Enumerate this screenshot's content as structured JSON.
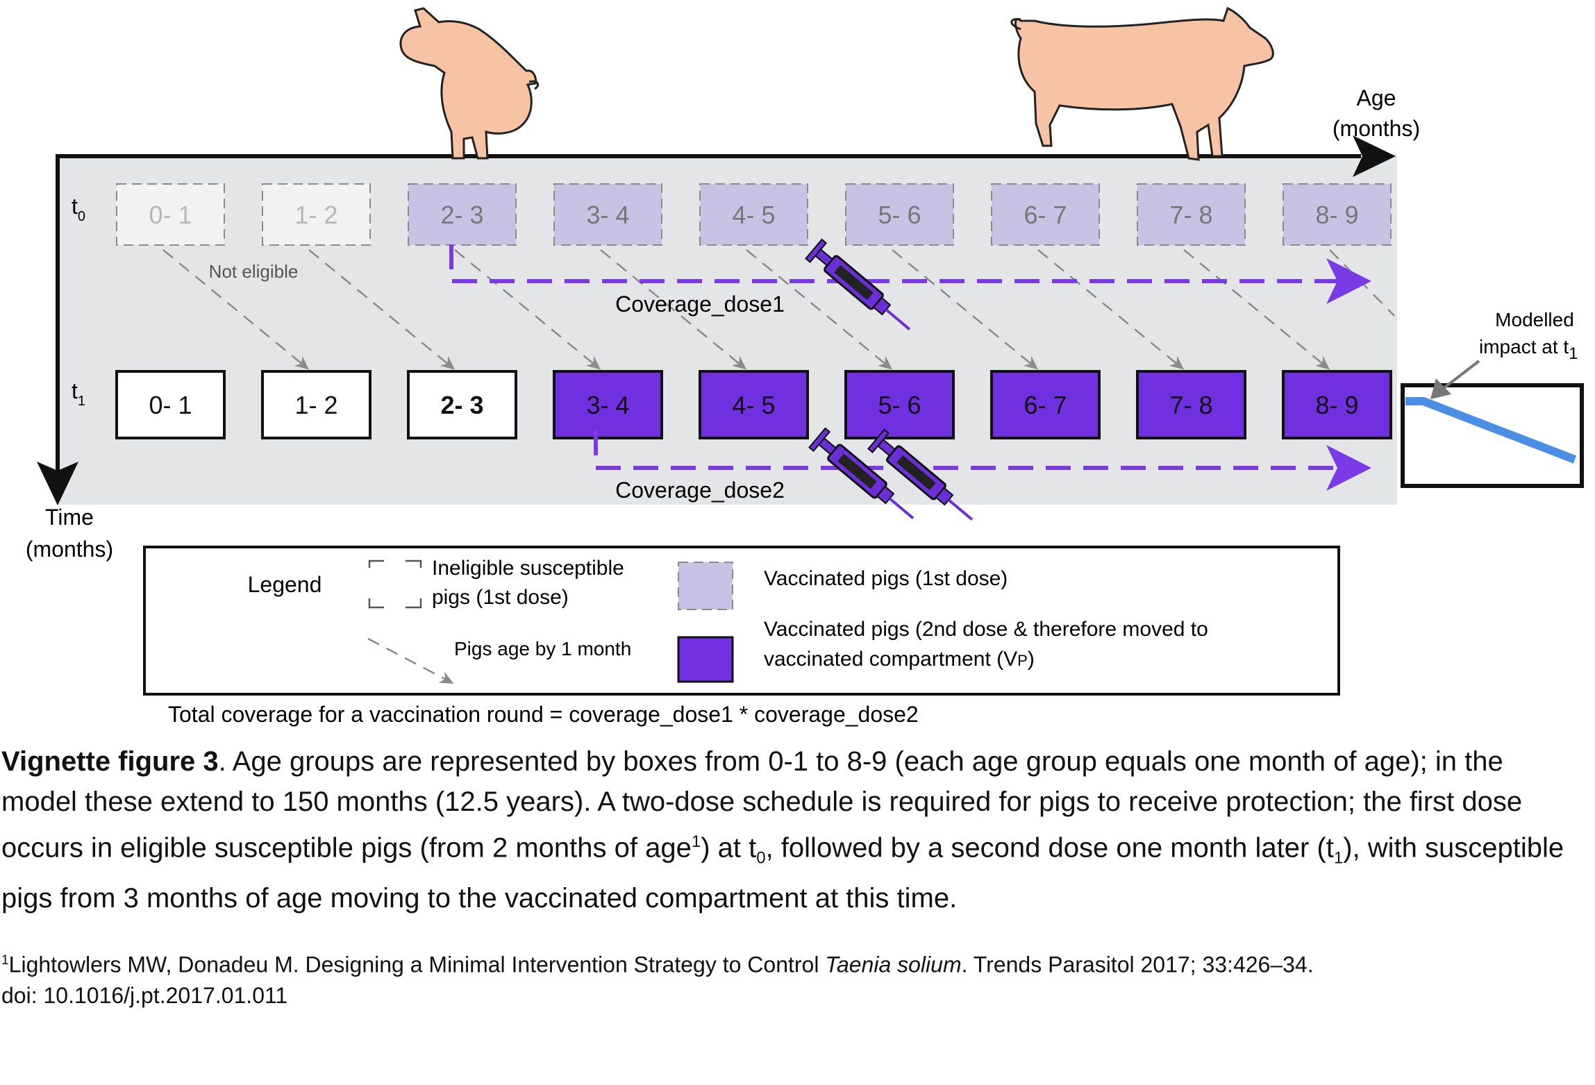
{
  "axes": {
    "age_label_line1": "Age",
    "age_label_line2": "(months)",
    "time_label_line1": "Time",
    "time_label_line2": "(months)"
  },
  "rows": {
    "t0": {
      "label": "t",
      "sub": "0"
    },
    "t1": {
      "label": "t",
      "sub": "1"
    }
  },
  "age_groups": [
    "0- 1",
    "1- 2",
    "2- 3",
    "3- 4",
    "4- 5",
    "5- 6",
    "6- 7",
    "7- 8",
    "8- 9"
  ],
  "t0_states": [
    "ineligible",
    "ineligible",
    "dose1",
    "dose1",
    "dose1",
    "dose1",
    "dose1",
    "dose1",
    "dose1"
  ],
  "t1_states": [
    "white",
    "white",
    "white",
    "dose2",
    "dose2",
    "dose2",
    "dose2",
    "dose2",
    "dose2"
  ],
  "annotations": {
    "not_eligible": "Not eligible",
    "coverage_dose1": "Coverage_dose1",
    "coverage_dose2": "Coverage_dose2",
    "modelled_impact_line1": "Modelled",
    "modelled_impact_line2": "impact at t",
    "modelled_impact_sub": "1"
  },
  "legend": {
    "title": "Legend",
    "ineligible_line1": "Ineligible susceptible",
    "ineligible_line2": "pigs (1st dose)",
    "pigs_age": "Pigs age by 1 month",
    "vaccinated_1st": "Vaccinated pigs (1st dose)",
    "vaccinated_2nd_line1": "Vaccinated pigs (2nd dose & therefore moved to",
    "vaccinated_2nd_line2": "vaccinated compartment (V",
    "vaccinated_2nd_sub": "P",
    "vaccinated_2nd_end": ")"
  },
  "total_coverage": "Total coverage for a vaccination round = coverage_dose1 * coverage_dose2",
  "caption": {
    "bold": "Vignette figure 3",
    "p1": ". Age groups are represented by boxes from 0-1 to 8-9 (each age group equals one month of age); in the model these extend to 150 months (12.5 years). A two-dose schedule is required for pigs to receive protection; the first dose occurs in eligible susceptible pigs (from 2 months of age",
    "sup1": "1",
    "p2": ") at t",
    "sub0": "0",
    "p3": ", followed by a second dose one month later (t",
    "sub1": "1",
    "p4": "), with susceptible pigs from 3 months of age moving to the vaccinated compartment at this time."
  },
  "footnote": {
    "sup": "1",
    "text1": "Lightowlers MW, Donadeu M. Designing a Minimal Intervention Strategy to Control ",
    "italic": "Taenia solium",
    "text2": ". Trends Parasitol 2017; 33:426–34.",
    "doi": "doi: 10.1016/j.pt.2017.01.011"
  },
  "colors": {
    "panel_bg": "#e4e5e6",
    "dose1_fill": "#c9c2e5",
    "dose2_fill": "#7030e0",
    "arrow_purple": "#7a3ae6",
    "impact_line": "#4a8ee6",
    "pig_fill": "#f6c3a4",
    "grey_dash": "#8a8a8a"
  }
}
